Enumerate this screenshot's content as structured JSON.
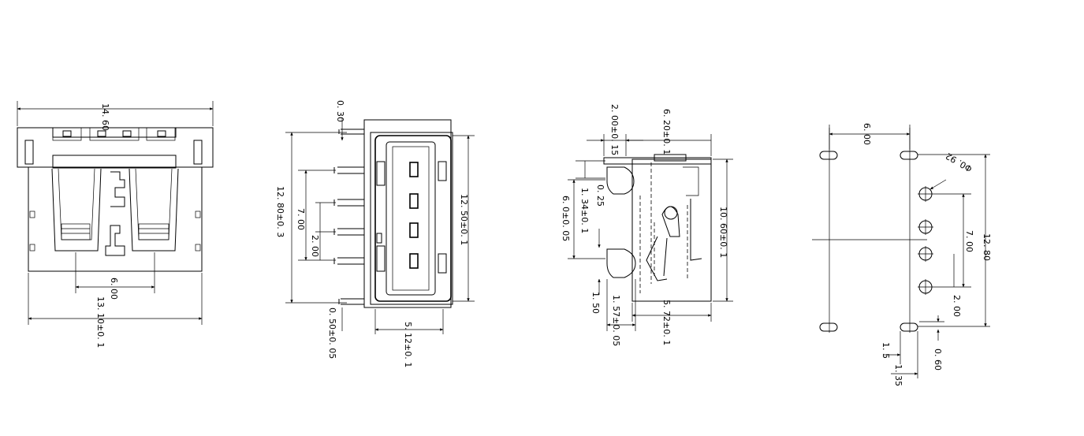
{
  "colors": {
    "line": "#000000",
    "background": "#ffffff"
  },
  "front_view": {
    "width_top": "14. 60",
    "spacing": "6. 00",
    "width_bottom": "13. 10±0. 1"
  },
  "side_view": {
    "plate": "0. 30",
    "height_total": "12. 80±0. 3",
    "pin_span": "7. 00",
    "pin_pitch": "2. 00",
    "height_inner": "12. 50±0. 1",
    "tail": "0. 50±0. 05",
    "depth": "5. 12±0. 1"
  },
  "profile_view": {
    "top_a": "2. 00±0. 15",
    "top_b": "6. 20±0. 1",
    "tab": "0. 25",
    "offset": "1. 34±0. 1",
    "peg_span": "6. 0±0. 05",
    "height": "10. 60±0. 1",
    "peg": "1. 50",
    "peg_w": "1. 57±0. 05",
    "width": "5. 72±0. 1"
  },
  "footprint_view": {
    "top_spacing": "6. 00",
    "hole_dia": "Φ0. 92",
    "hole_span": "7. 00",
    "outer_span": "12. 80",
    "hole_pitch": "2. 00",
    "slot_a": "1. 5",
    "slot_b": "0. 60",
    "slot_c": "1. 35"
  }
}
